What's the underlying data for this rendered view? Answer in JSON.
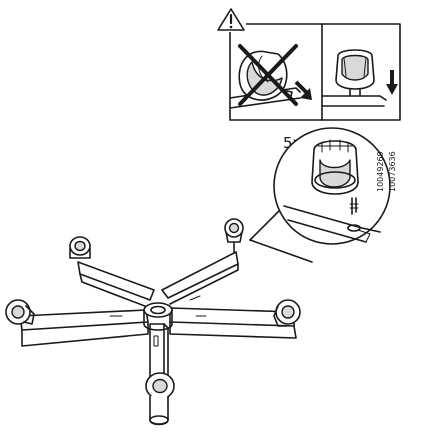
{
  "step": {
    "warning_symbol": "warning-triangle",
    "quantity": "5x",
    "part_numbers": [
      "10049269",
      "10073636"
    ]
  },
  "colors": {
    "ink": "#1a1a1a",
    "paper": "#ffffff",
    "fill": "#d9d9d9"
  }
}
